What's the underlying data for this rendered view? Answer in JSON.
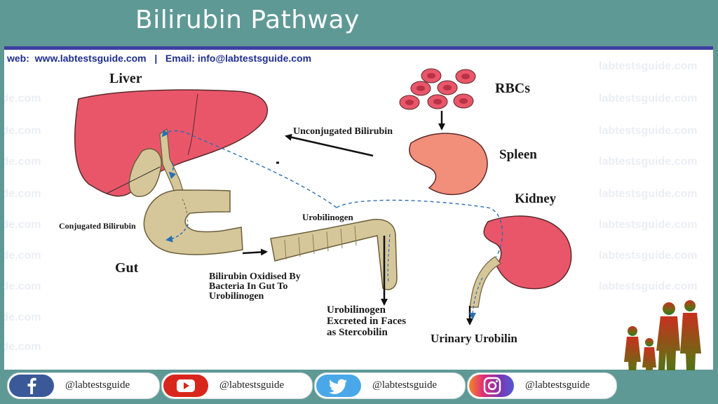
{
  "title": "Bilirubin Pathway",
  "contact": {
    "web_label": "web:",
    "web": "www.labtestsguide.com",
    "separator": "|",
    "email_label": "Email:",
    "email": "info@labtestsguide.com"
  },
  "watermark": "labtestsguide.com",
  "diagram": {
    "liver": "Liver",
    "rbcs": "RBCs",
    "spleen": "Spleen",
    "unconjugated": "Unconjugated Bilirubin",
    "kidney": "Kidney",
    "conjugated": "Conjugated Bilirubin",
    "urobilinogen": "Urobilinogen",
    "gut": "Gut",
    "oxidised_lines": [
      "Bilirubin Oxidised By",
      "Bacteria In Gut To",
      "Urobilinogen"
    ],
    "excreted_lines": [
      "Urobilinogen",
      "Excreted in Faces",
      "as Stercobilin"
    ],
    "urinary": "Urinary Urobilin"
  },
  "social": [
    {
      "platform": "facebook",
      "icon": "facebook-icon",
      "handle": "@labtestsguide",
      "color": "#3b5998"
    },
    {
      "platform": "youtube",
      "icon": "youtube-icon",
      "handle": "@labtestsguide",
      "color": "#d8261c"
    },
    {
      "platform": "twitter",
      "icon": "twitter-icon",
      "handle": "@labtestsguide",
      "color": "#4aa8e8"
    },
    {
      "platform": "instagram",
      "icon": "instagram-icon",
      "handle": "@labtestsguide",
      "color": "#c13584"
    }
  ],
  "colors": {
    "frame": "#5f9996",
    "organ_red": "#e9566a",
    "spleen": "#f28f7a",
    "gut": "#d6c79a",
    "dashed_path": "#2a6fb5"
  }
}
